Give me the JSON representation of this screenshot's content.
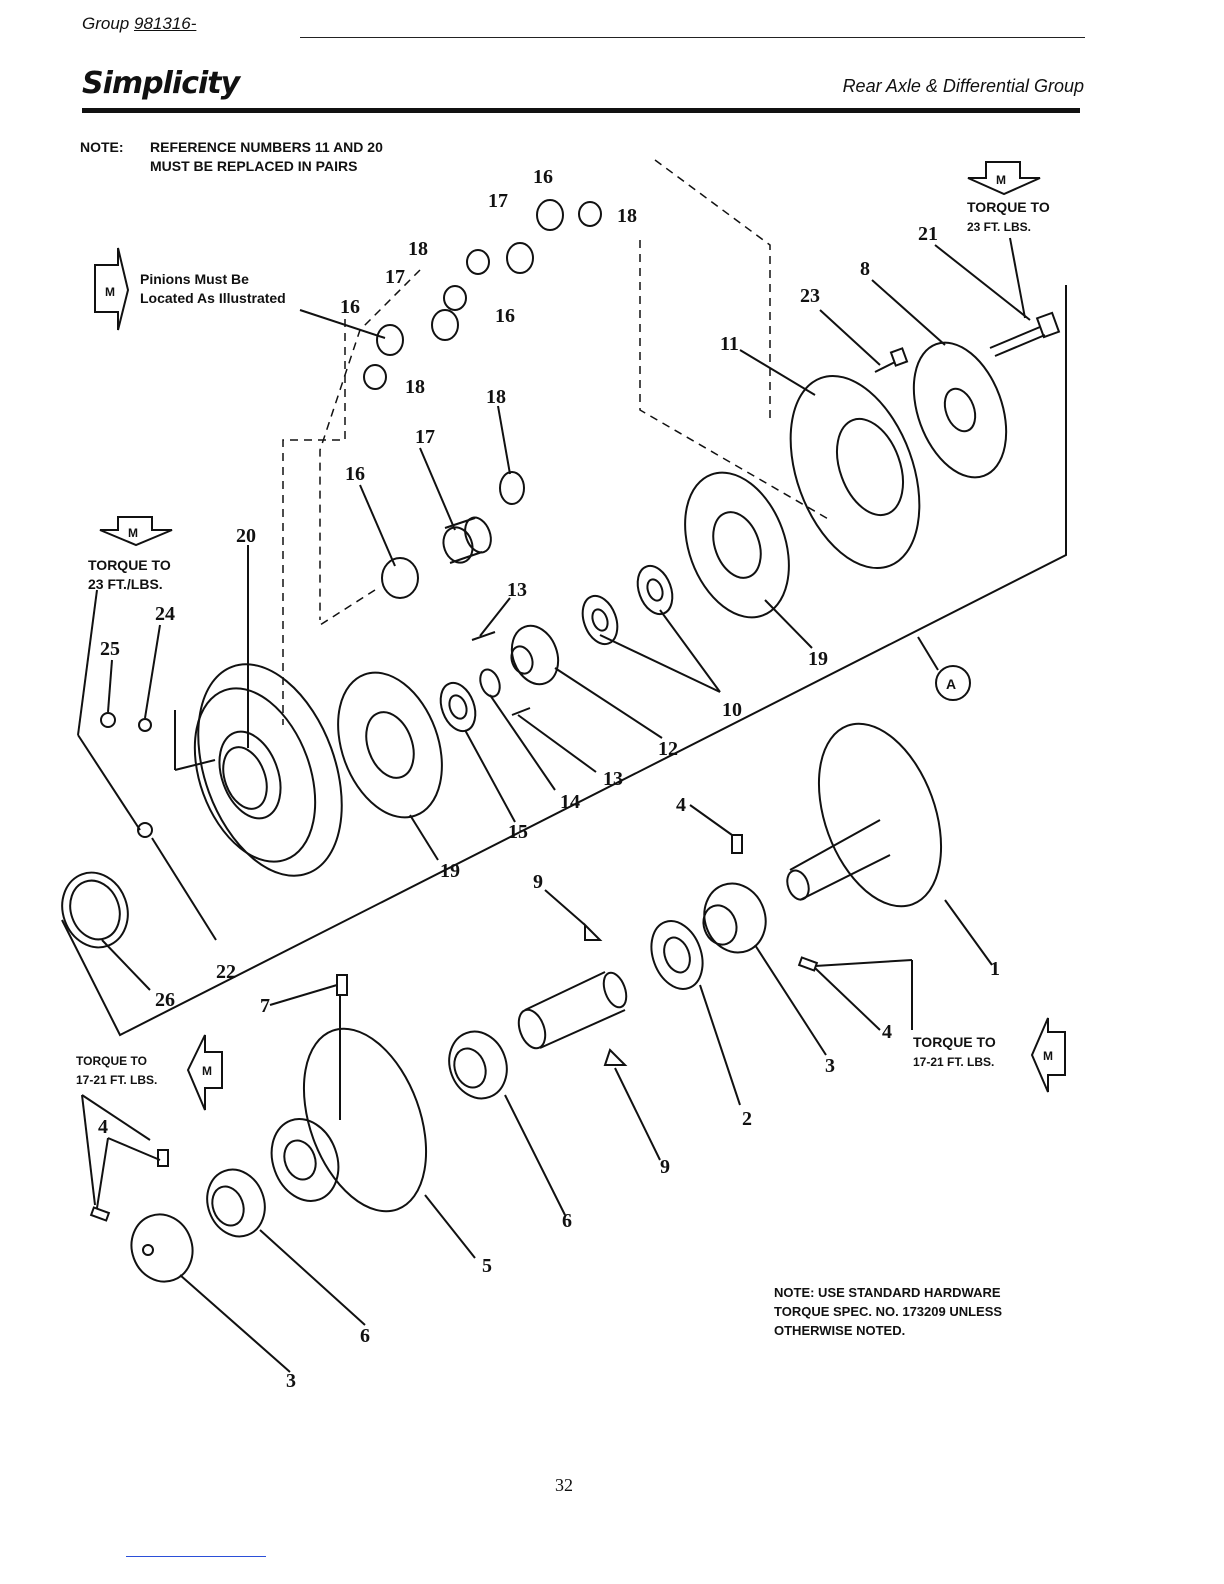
{
  "header": {
    "group_label": "Group",
    "group_number": "981316-",
    "brand": "Simplicity",
    "section_title": "Rear Axle & Differential Group"
  },
  "notes": {
    "top_label": "NOTE:",
    "top_line1": "REFERENCE NUMBERS 11 AND 20",
    "top_line2": "MUST BE REPLACED IN PAIRS",
    "bottom_line1": "NOTE: USE STANDARD HARDWARE",
    "bottom_line2": "TORQUE SPEC. NO. 173209 UNLESS",
    "bottom_line3": "OTHERWISE NOTED."
  },
  "annotations": {
    "pinions_line1": "Pinions Must Be",
    "pinions_line2": "Located As Illustrated",
    "torque_23_a_line1": "TORQUE TO",
    "torque_23_a_line2": "23 FT. LBS.",
    "torque_23_b_line1": "TORQUE TO",
    "torque_23_b_line2": "23 FT./LBS.",
    "torque_1721_a_line1": "TORQUE TO",
    "torque_1721_a_line2": "17-21 FT. LBS.",
    "torque_1721_b_line1": "TORQUE TO",
    "torque_1721_b_line2": "17-21 FT. LBS.",
    "m_symbol": "M",
    "assembly_letter": "A"
  },
  "callouts": [
    "1",
    "2",
    "3",
    "3",
    "4",
    "4",
    "4",
    "5",
    "6",
    "6",
    "7",
    "8",
    "9",
    "9",
    "10",
    "11",
    "12",
    "13",
    "13",
    "14",
    "15",
    "16",
    "16",
    "16",
    "16",
    "17",
    "17",
    "17",
    "18",
    "18",
    "18",
    "18",
    "19",
    "19",
    "20",
    "21",
    "22",
    "23",
    "24",
    "25",
    "26"
  ],
  "page_number": "32"
}
